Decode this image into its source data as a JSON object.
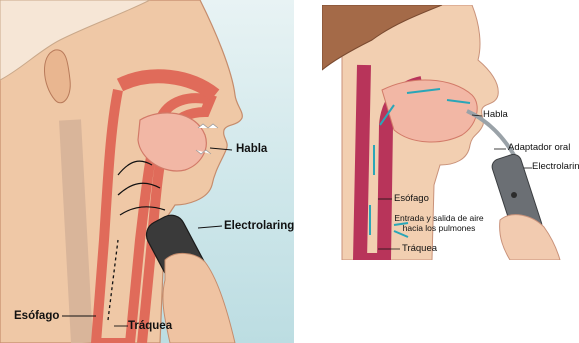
{
  "left_figure": {
    "labels": {
      "speech": "Habla",
      "electrolarynx": "Electrolaringe",
      "esophagus": "Esófago",
      "trachea": "Tráquea"
    }
  },
  "right_figure": {
    "labels": {
      "speech": "Habla",
      "oral_adapter": "Adaptador oral",
      "electrolarynx": "Electrolaringe",
      "esophagus": "Esófago",
      "airflow": "Entrada y salida de aire hacia los pulmones",
      "trachea": "Tráquea"
    }
  },
  "colors": {
    "skin": "#f0c9a8",
    "tissue": "#e06b5a",
    "device": "#3a3a3a",
    "airflow_arrow": "#2aa6b8",
    "background": "#d3e9ec"
  }
}
